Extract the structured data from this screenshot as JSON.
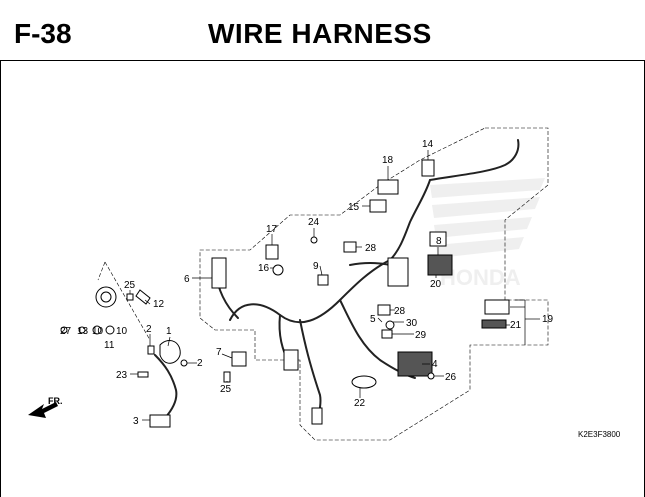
{
  "header": {
    "code": "F-38",
    "title": "WIRE HARNESS"
  },
  "diagram": {
    "catalog_code": "K2E3F3800",
    "direction_label": "FR.",
    "callouts": [
      "14",
      "18",
      "15",
      "17",
      "24",
      "28",
      "16",
      "9",
      "8",
      "6",
      "25",
      "12",
      "20",
      "28",
      "5",
      "30",
      "19",
      "27",
      "13",
      "10",
      "11",
      "10",
      "29",
      "21",
      "2",
      "1",
      "7",
      "4",
      "2",
      "23",
      "25",
      "26",
      "22",
      "3"
    ]
  }
}
